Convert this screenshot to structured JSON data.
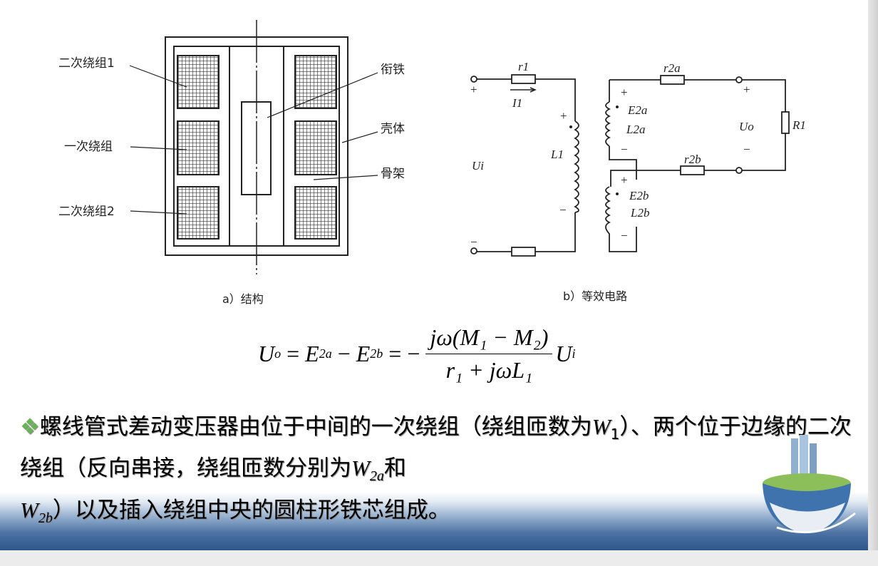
{
  "figure_a": {
    "labels": {
      "secondary_winding_1": "二次绕组1",
      "primary_winding": "一次绕组",
      "secondary_winding_2": "二次绕组2",
      "armature": "衔铁",
      "housing": "壳体",
      "bobbin": "骨架"
    },
    "caption": "a）结构"
  },
  "figure_b": {
    "labels": {
      "r1": "r1",
      "I1": "I1",
      "Ui": "Ui",
      "L1": "L1",
      "r2a": "r2a",
      "E2a": "E2a",
      "L2a": "L2a",
      "r2b": "r2b",
      "E2b": "E2b",
      "L2b": "L2b",
      "Uo": "Uo",
      "R1": "R1",
      "plus": "+",
      "minus": "−"
    },
    "caption": "b）等效电路"
  },
  "formula": {
    "lhs": "U",
    "lhs_sub": "o",
    "e2a": "E",
    "e2a_sub": "2a",
    "e2b": "E",
    "e2b_sub": "2b",
    "numerator": "jω(M₁ − M₂)",
    "denominator": "r₁ + jωL₁",
    "rhs": "U",
    "rhs_sub": "i"
  },
  "paragraph": {
    "bullet": "❖",
    "part1": "螺线管式差动变压器由位于中间的一次绕组（绕组匝数为",
    "w1": "W",
    "w1_sub": "1",
    "part2": "）、两个位于边缘的二次绕组（反向串接，绕组匝数分别为",
    "w2a": "W",
    "w2a_sub": "2a",
    "part3": "和",
    "w2b": "W",
    "w2b_sub": "2b",
    "part4": "）以及插入绕组中央的圆柱形铁芯组成。"
  },
  "colors": {
    "bullet": "#6bb35a",
    "sea": "#2f568a"
  }
}
